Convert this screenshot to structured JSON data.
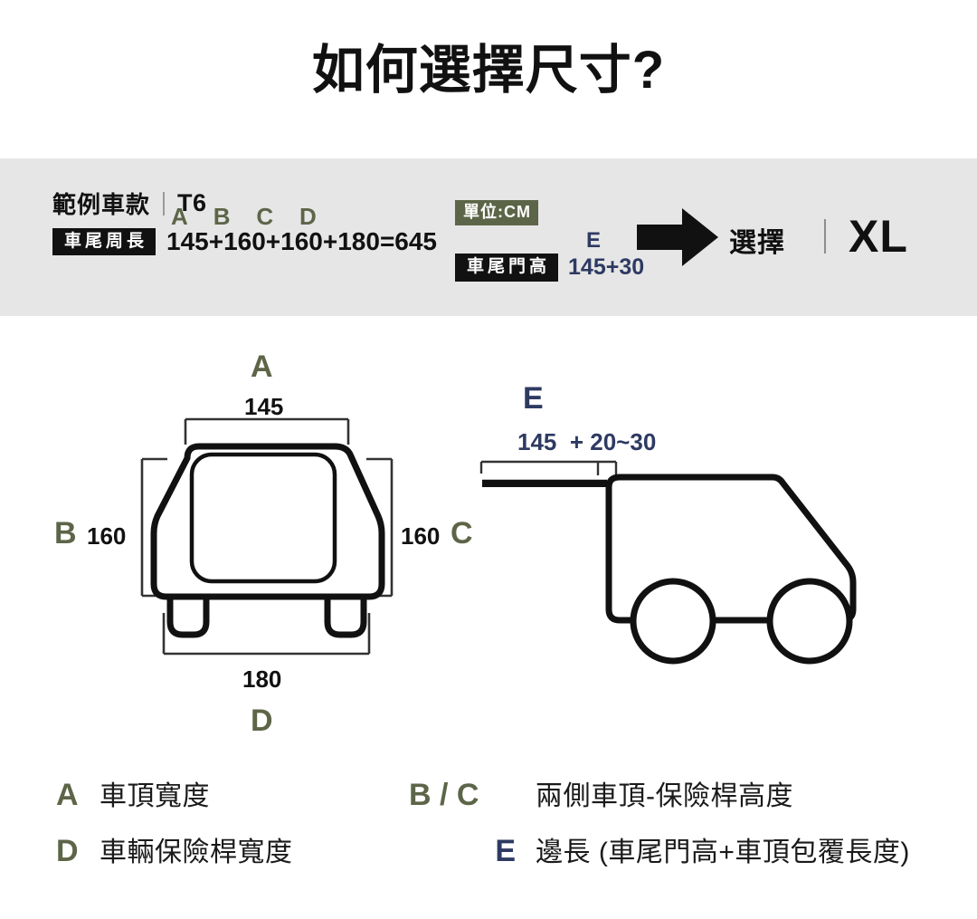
{
  "title": "如何選擇尺寸?",
  "info_band": {
    "model_label": "範例車款",
    "model_value": "T6",
    "perimeter_badge": "車尾周長",
    "perimeter_letters": "A    B    C    D",
    "perimeter_equation": "145+160+160+180=645",
    "unit_badge": "單位:CM",
    "tail_door_badge": "車尾門高",
    "tail_door_letter": "E",
    "tail_door_value": "145+30",
    "arrow_icon": "right-arrow-icon",
    "choose_label": "選擇",
    "size_value": "XL"
  },
  "diagram": {
    "rear_view": {
      "top_letter": "A",
      "top_value": "145",
      "left_letter": "B",
      "left_value": "160",
      "right_value": "160",
      "right_letter": "C",
      "bottom_value": "180",
      "bottom_letter": "D",
      "vehicle_icon": "van-rear-view-icon"
    },
    "side_view": {
      "letter": "E",
      "value_a": "145",
      "value_plus": "+",
      "value_b": "20~30",
      "vehicle_icon": "van-side-view-icon"
    }
  },
  "legend": [
    {
      "key": "A",
      "text": "車頂寬度",
      "color": "#5d6548"
    },
    {
      "key": "B / C",
      "text": "兩側車頂-保險桿高度",
      "color": "#5d6548"
    },
    {
      "key": "D",
      "text": "車輛保險桿寬度",
      "color": "#5d6548"
    },
    {
      "key": "E",
      "text": "邊長 (車尾門高+車頂包覆長度)",
      "color": "#2e3a62"
    }
  ],
  "colors": {
    "olive": "#5d6548",
    "navy": "#2e3a62",
    "black": "#111111",
    "band_gray": "#e6e6e6"
  }
}
